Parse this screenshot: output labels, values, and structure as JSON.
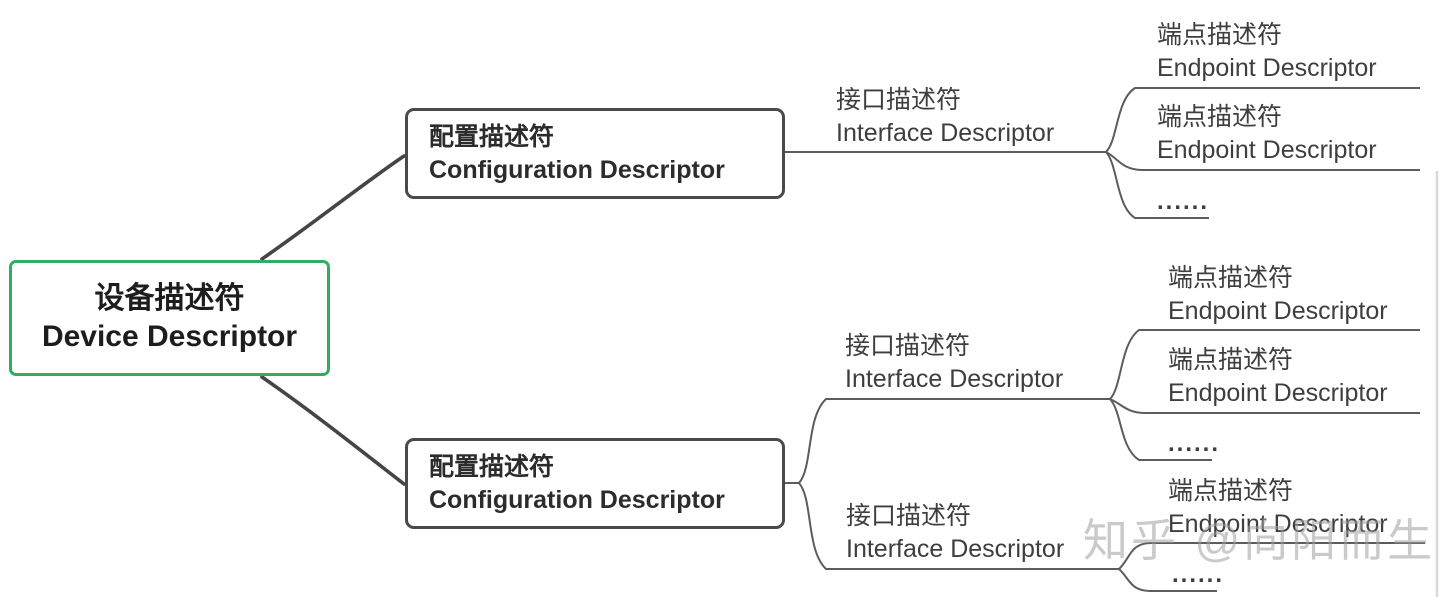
{
  "watermark": "知乎 @向阳而生",
  "ellipsis": "......",
  "colors": {
    "root_border": "#2fae60",
    "box_border": "#4a4a4a",
    "thick_connector": "#454545",
    "thin_connector": "#5c5c5c",
    "text": "#3e3e3e",
    "watermark": "#9e9e9e"
  },
  "tree": {
    "root": {
      "label_zh": "设备描述符",
      "label_en": "Device Descriptor"
    },
    "configs": [
      {
        "label_zh": "配置描述符",
        "label_en": "Configuration Descriptor",
        "interfaces": [
          {
            "label_zh": "接口描述符",
            "label_en": "Interface Descriptor",
            "endpoints": [
              {
                "label_zh": "端点描述符",
                "label_en": "Endpoint Descriptor"
              },
              {
                "label_zh": "端点描述符",
                "label_en": "Endpoint Descriptor"
              },
              {
                "label": "......"
              }
            ]
          }
        ]
      },
      {
        "label_zh": "配置描述符",
        "label_en": "Configuration Descriptor",
        "interfaces": [
          {
            "label_zh": "接口描述符",
            "label_en": "Interface Descriptor",
            "endpoints": [
              {
                "label_zh": "端点描述符",
                "label_en": "Endpoint Descriptor"
              },
              {
                "label_zh": "端点描述符",
                "label_en": "Endpoint Descriptor"
              },
              {
                "label": "......"
              }
            ]
          },
          {
            "label_zh": "接口描述符",
            "label_en": "Interface Descriptor",
            "endpoints": [
              {
                "label_zh": "端点描述符",
                "label_en": "Endpoint Descriptor"
              },
              {
                "label": "......"
              }
            ]
          }
        ]
      }
    ]
  }
}
